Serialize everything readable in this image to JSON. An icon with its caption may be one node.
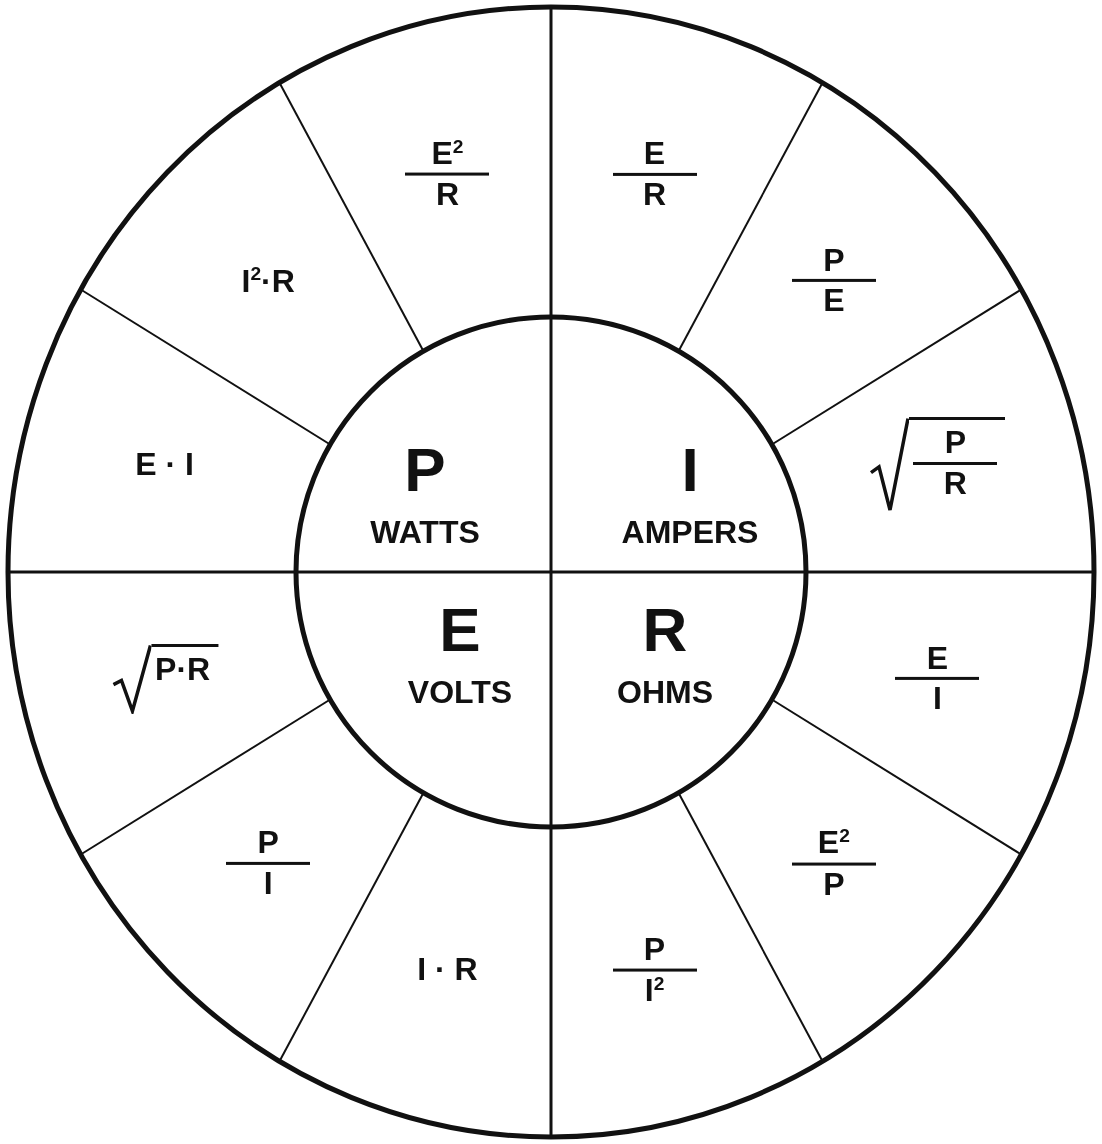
{
  "diagram": {
    "nodes": [
      {
        "text": [
          "P",
          "WATTS"
        ]
      },
      {
        "text": [
          "I",
          "AMPERS"
        ]
      },
      {
        "text": [
          "E",
          "VOLTS"
        ]
      },
      {
        "text": [
          "R",
          "OHMS"
        ]
      },
      {
        "text": [
          "E$^{2}$",
          "R"
        ]
      },
      {
        "text": [
          "E",
          "R"
        ]
      },
      {
        "text": [
          "I$^{2}$·R"
        ]
      },
      {
        "text": [
          "P",
          "E"
        ]
      },
      {
        "text": [
          "E · I"
        ]
      },
      {
        "text": [
          "P",
          "R"
        ]
      },
      {
        "text": [
          "P·R"
        ]
      },
      {
        "text": [
          "E",
          "I"
        ]
      },
      {
        "text": [
          "P",
          "I"
        ]
      },
      {
        "text": [
          "E$^{2}$",
          "P"
        ]
      },
      {
        "text": [
          "I · R"
        ]
      },
      {
        "text": [
          "P",
          "I$^{2}$"
        ]
      }
    ]
  }
}
